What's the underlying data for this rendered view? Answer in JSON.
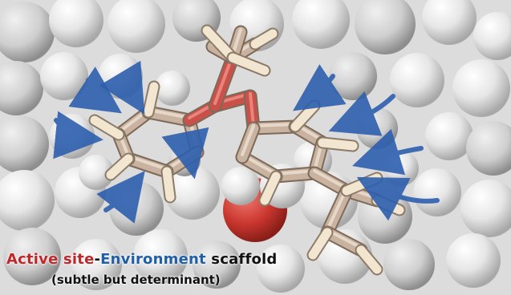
{
  "caption": {
    "line1": [
      {
        "text": "Active site",
        "color": "#c0262a"
      },
      {
        "text": "-",
        "color": "#111111"
      },
      {
        "text": "Environment",
        "color": "#1f5fa8"
      },
      {
        "text": " scaffold",
        "color": "#111111"
      }
    ],
    "line2": "(subtle but determinant)"
  },
  "colors": {
    "background_spheres": "#e9e9e9",
    "bond_tan": "#c9b29f",
    "hydrogen_cream": "#f7ecd8",
    "oxygen_red": "#d94a40",
    "arrow_blue": "#2d5fae"
  }
}
